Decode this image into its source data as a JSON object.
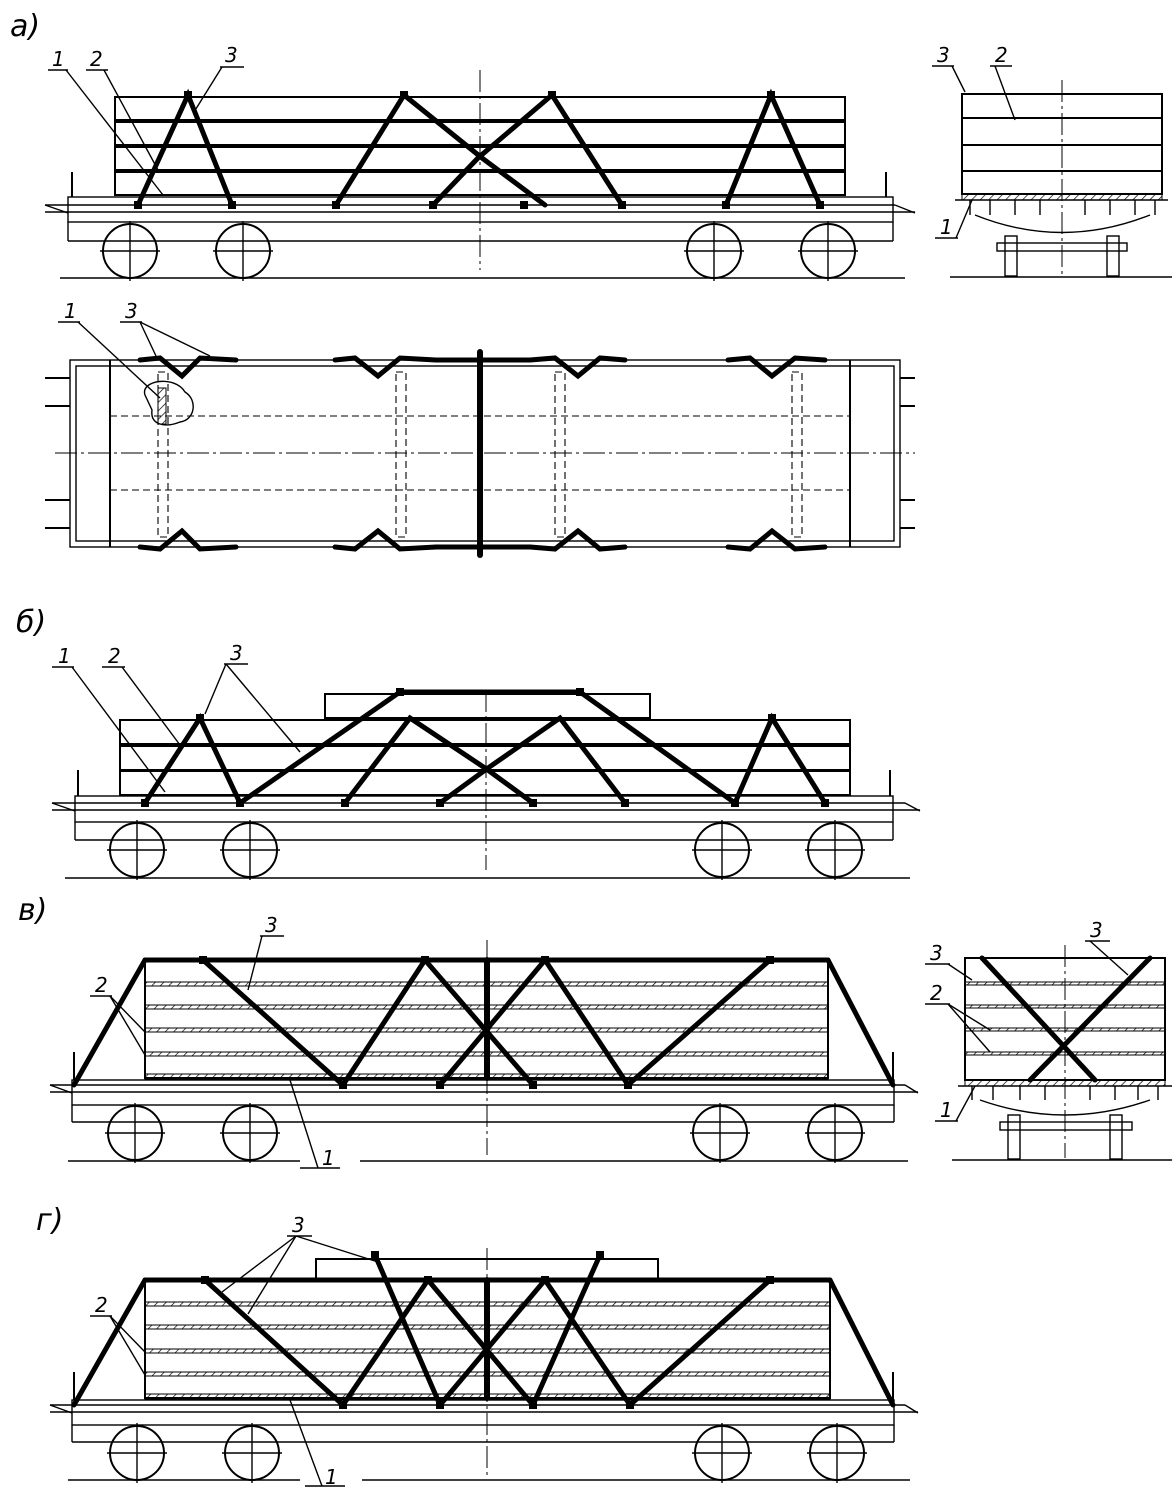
{
  "sections": [
    {
      "id": "a",
      "label": "а)"
    },
    {
      "id": "b",
      "label": "б)"
    },
    {
      "id": "v",
      "label": "в)"
    },
    {
      "id": "g",
      "label": "г)"
    }
  ],
  "callouts": {
    "one": "1",
    "two": "2",
    "three": "3"
  }
}
